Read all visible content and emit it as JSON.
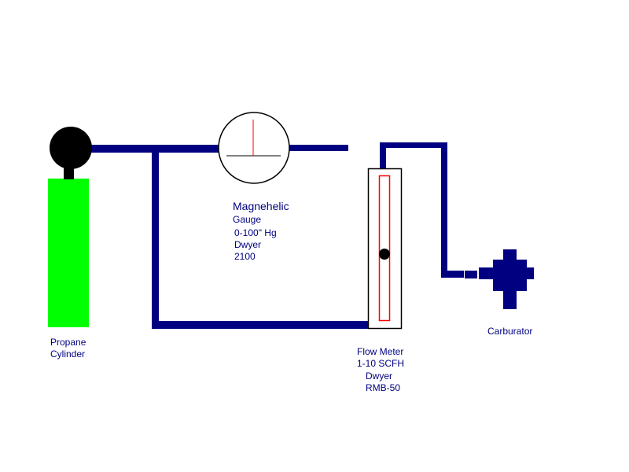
{
  "diagram": {
    "title": "Propane flow test setup",
    "colors": {
      "pipe": "#000080",
      "cylinder": "#00ff00",
      "valve": "#000000",
      "gauge_needle": "#ff0000",
      "flow_tube": "#ff0000",
      "outline": "#000000",
      "label": "#000080"
    },
    "components": {
      "propane_cylinder": {
        "label_line1": "Propane",
        "label_line2": "Cylinder"
      },
      "magnehelic_gauge": {
        "title": "Magnehelic",
        "line2": "Gauge",
        "line3": "0-100\" Hg",
        "line4": "Dwyer",
        "line5": "2100"
      },
      "flow_meter": {
        "line1": "Flow Meter",
        "line2": "1-10 SCFH",
        "line3": "Dwyer",
        "line4": "RMB-50"
      },
      "carburator": {
        "label": "Carburator"
      }
    },
    "connections": [
      "propane_cylinder -> magnehelic_gauge",
      "propane_cylinder -> flow_meter",
      "flow_meter -> carburator"
    ]
  }
}
